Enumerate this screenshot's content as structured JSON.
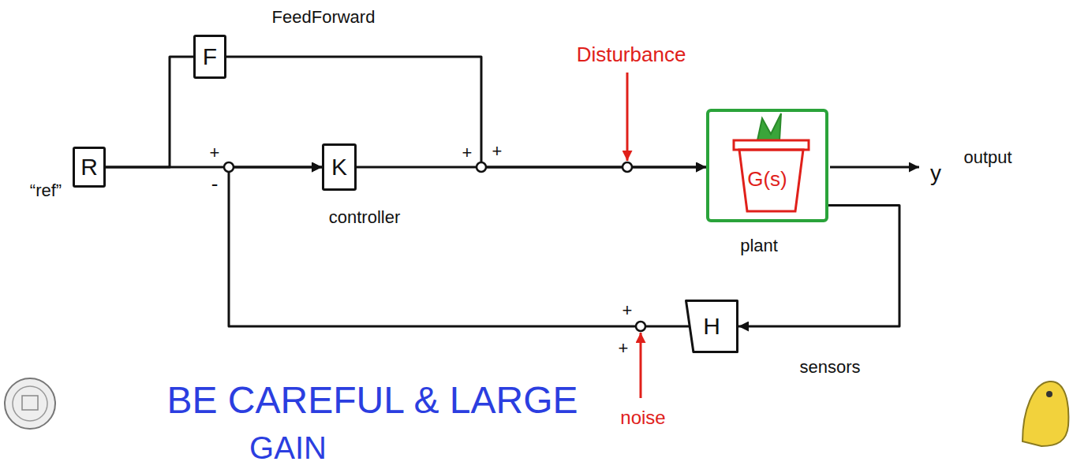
{
  "diagram": {
    "nodes": [
      {
        "text": [
          "F"
        ]
      },
      {
        "text": [
          "R"
        ]
      },
      {
        "text": [
          "K"
        ]
      },
      {
        "text": [
          "G(s)"
        ]
      },
      {
        "text": [
          "H"
        ]
      }
    ],
    "edges": [
      {
        "from": 1,
        "to": 0,
        "arrow": "none"
      },
      {
        "from": 1,
        "to": 2,
        "arrow": "to"
      },
      {
        "from": 4,
        "to": 2,
        "arrow": "to"
      },
      {
        "from": 2,
        "to": 3,
        "arrow": "to"
      },
      {
        "from": 0,
        "to": 3,
        "arrow": "to"
      },
      {
        "from": 3,
        "to": 4,
        "arrow": "to"
      }
    ],
    "labels": [
      "FeedForward",
      "“ref”",
      "+",
      "-",
      "controller",
      "+",
      "+",
      "Disturbance",
      "plant",
      "y",
      "output",
      "+",
      "sensors",
      "+",
      "BE CAREFUL & LARGE",
      "noise",
      "GAIN"
    ]
  }
}
